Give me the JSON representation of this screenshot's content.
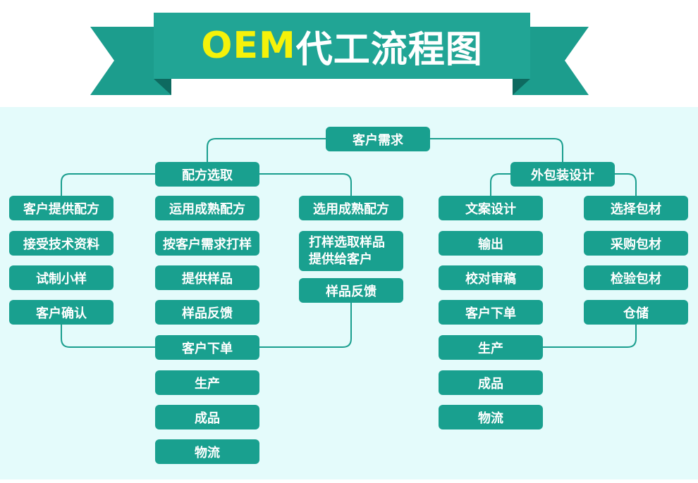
{
  "title": {
    "highlight": "OEM",
    "text": "代工流程图"
  },
  "colors": {
    "teal": "#19a08f",
    "banner": "#21a595",
    "banner_tail": "#1c9d8d",
    "banner_fold": "#0e6a60",
    "title_highlight": "#f5f20a",
    "canvas_background": "#e4fbfb"
  },
  "root": {
    "label": "客户需求"
  },
  "formula": {
    "label": "配方选取",
    "client_provided": [
      "客户提供配方",
      "接受技术资料",
      "试制小样",
      "客户确认"
    ],
    "mature_custom": [
      "运用成熟配方",
      "按客户需求打样",
      "提供样品",
      "样品反馈"
    ],
    "mature_selected": {
      "first": "选用成熟配方",
      "sample_lines": [
        "打样选取样品",
        "提供给客户"
      ],
      "feedback": "样品反馈"
    },
    "order_flow": [
      "客户下单",
      "生产",
      "成品",
      "物流"
    ]
  },
  "packaging": {
    "label": "外包装设计",
    "design_flow": [
      "文案设计",
      "输出",
      "校对审稿",
      "客户下单",
      "生产",
      "成品",
      "物流"
    ],
    "materials": [
      "选择包材",
      "采购包材",
      "检验包材",
      "仓储"
    ]
  }
}
